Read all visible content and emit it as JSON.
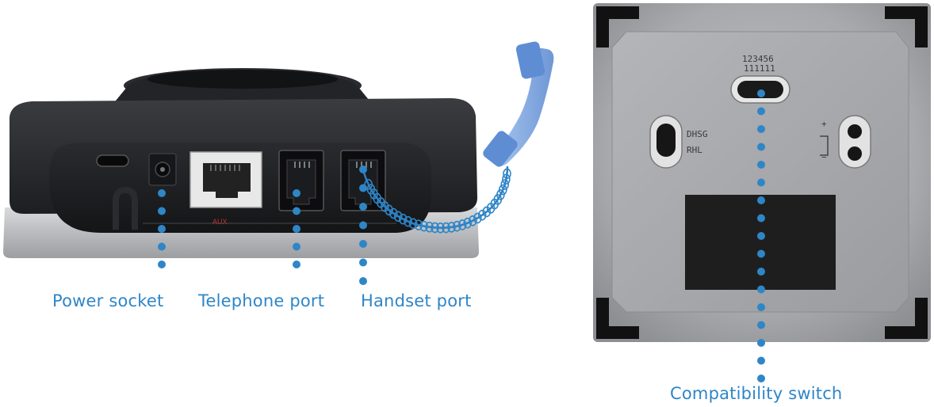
{
  "figure": {
    "labels": {
      "power_socket": "Power socket",
      "telephone_port": "Telephone port",
      "handset_port": "Handset port",
      "compatibility_switch": "Compatibility switch"
    },
    "device_markings": {
      "aux": "AUX",
      "dip_numbers": "123456",
      "dhsg": "DHSG",
      "rhl": "RHL",
      "plus": "+",
      "minus": "−"
    },
    "colors": {
      "callout": "#2e86c7",
      "handset": "#8fb4e6",
      "led": "#5a7dff"
    }
  }
}
